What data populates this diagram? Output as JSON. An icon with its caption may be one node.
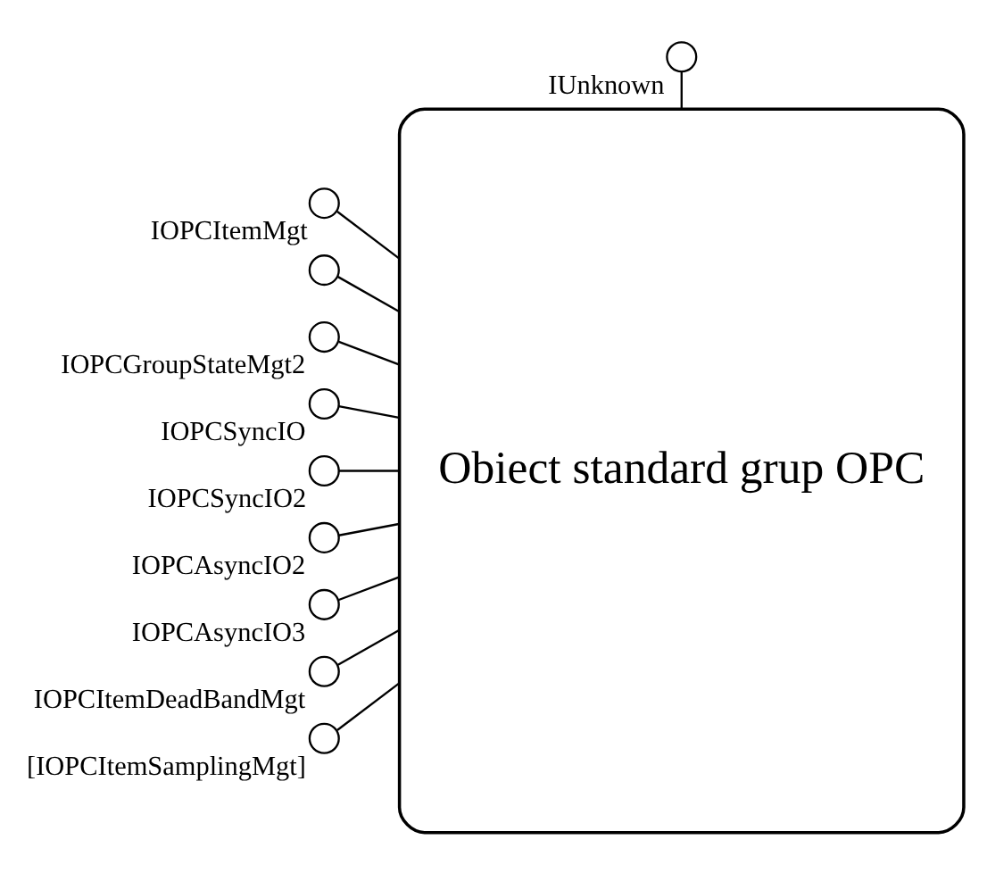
{
  "diagram": {
    "nodes": [
      {
        "text": [
          "Obiect standard grup OPC"
        ]
      },
      {
        "text": [],
        "shape": "circle",
        "beside": [
          "IUnknown"
        ]
      },
      {
        "text": [],
        "shape": "circle",
        "beside": [
          "IOPCItemMgt"
        ]
      },
      {
        "text": [],
        "shape": "circle"
      },
      {
        "text": [],
        "shape": "circle",
        "beside": [
          "IOPCGroupStateMgt2"
        ]
      },
      {
        "text": [],
        "shape": "circle",
        "beside": [
          "IOPCSyncIO"
        ]
      },
      {
        "text": [],
        "shape": "circle",
        "beside": [
          "IOPCSyncIO2"
        ]
      },
      {
        "text": [],
        "shape": "circle",
        "beside": [
          "IOPCAsyncIO2"
        ]
      },
      {
        "text": [],
        "shape": "circle",
        "beside": [
          "IOPCAsyncIO3"
        ]
      },
      {
        "text": [],
        "shape": "circle",
        "beside": [
          "IOPCItemDeadBandMgt"
        ]
      },
      {
        "text": [],
        "shape": "circle",
        "beside": [
          "[IOPCItemSamplingMgt]"
        ]
      }
    ],
    "edges": [
      {
        "from": 1,
        "to": 0,
        "arrow": "none"
      },
      {
        "from": 2,
        "to": 0,
        "arrow": "none"
      },
      {
        "from": 3,
        "to": 0,
        "arrow": "none"
      },
      {
        "from": 4,
        "to": 0,
        "arrow": "none"
      },
      {
        "from": 5,
        "to": 0,
        "arrow": "none"
      },
      {
        "from": 6,
        "to": 0,
        "arrow": "none"
      },
      {
        "from": 7,
        "to": 0,
        "arrow": "none"
      },
      {
        "from": 8,
        "to": 0,
        "arrow": "none"
      },
      {
        "from": 9,
        "to": 0,
        "arrow": "none"
      },
      {
        "from": 10,
        "to": 0,
        "arrow": "none"
      }
    ]
  }
}
